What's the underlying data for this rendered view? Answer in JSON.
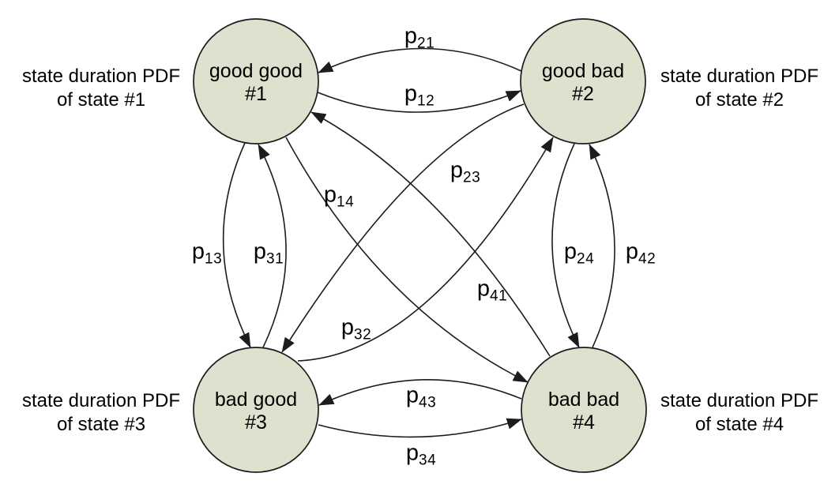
{
  "diagram": {
    "background_color": "#ffffff",
    "node_fill_color": "#dee1ce",
    "node_border_color": "#1c1c1c",
    "line_color": "#1c1c1c",
    "text_color": "#000000",
    "nodes": [
      {
        "name": "good good",
        "number": "#1"
      },
      {
        "name": "good bad",
        "number": "#2"
      },
      {
        "name": "bad good",
        "number": "#3"
      },
      {
        "name": "bad bad",
        "number": "#4"
      }
    ],
    "duration_labels": [
      {
        "line1": "state duration PDF",
        "line2": "of state #1"
      },
      {
        "line1": "state duration PDF",
        "line2": "of state #2"
      },
      {
        "line1": "state duration PDF",
        "line2": "of state #3"
      },
      {
        "line1": "state duration PDF",
        "line2": "of state #4"
      }
    ],
    "transitions": [
      {
        "label": "p",
        "sub": "21",
        "from": "#2",
        "to": "#1"
      },
      {
        "label": "p",
        "sub": "12",
        "from": "#1",
        "to": "#2"
      },
      {
        "label": "p",
        "sub": "13",
        "from": "#1",
        "to": "#3"
      },
      {
        "label": "p",
        "sub": "31",
        "from": "#3",
        "to": "#1"
      },
      {
        "label": "p",
        "sub": "24",
        "from": "#2",
        "to": "#4"
      },
      {
        "label": "p",
        "sub": "42",
        "from": "#4",
        "to": "#2"
      },
      {
        "label": "p",
        "sub": "43",
        "from": "#4",
        "to": "#3"
      },
      {
        "label": "p",
        "sub": "34",
        "from": "#3",
        "to": "#4"
      },
      {
        "label": "p",
        "sub": "14",
        "from": "#1",
        "to": "#4"
      },
      {
        "label": "p",
        "sub": "23",
        "from": "#2",
        "to": "#3"
      },
      {
        "label": "p",
        "sub": "32",
        "from": "#3",
        "to": "#2"
      },
      {
        "label": "p",
        "sub": "41",
        "from": "#4",
        "to": "#1"
      }
    ]
  }
}
